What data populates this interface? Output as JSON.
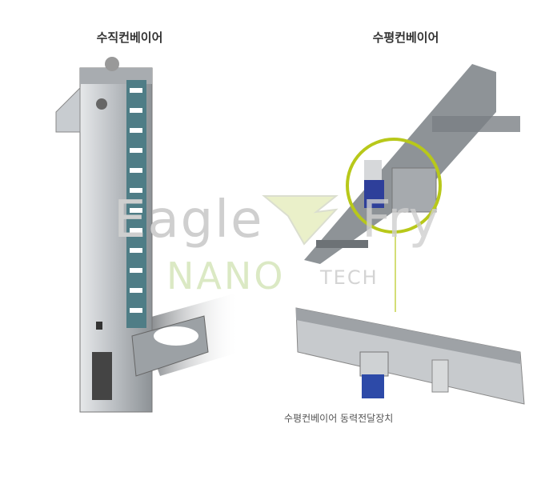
{
  "vertical": {
    "title": "수직컨베이어"
  },
  "horizontal": {
    "title": "수평컨베이어",
    "caption": "수평컨베이어 동력전달장치"
  },
  "watermark": {
    "brand_left": "Eagle",
    "brand_right": "Fry",
    "sub_main": "NANO",
    "sub_suffix": "TECH"
  },
  "colors": {
    "highlight": "#b8c81a",
    "watermark_gray": "#cfcfcf",
    "watermark_green": "#dbe9c4"
  }
}
